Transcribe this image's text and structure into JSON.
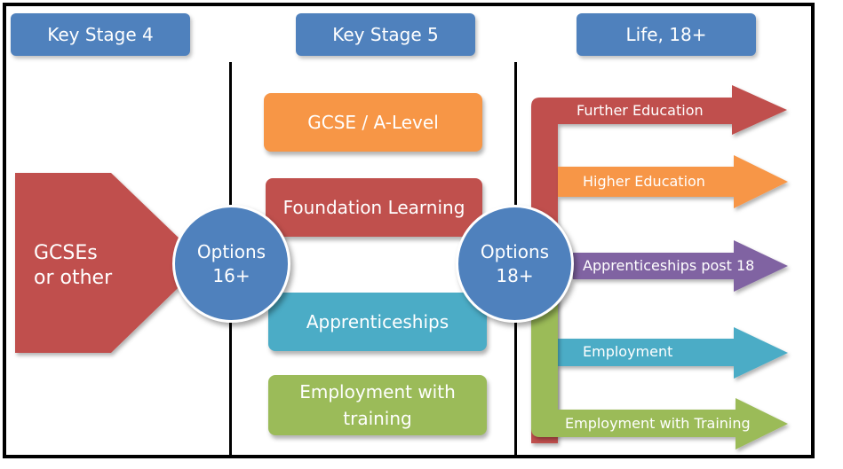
{
  "stages": {
    "ks4": "Key Stage 4",
    "ks5": "Key Stage 5",
    "life": "Life, 18+"
  },
  "start": {
    "line1": "GCSEs",
    "line2": "or other"
  },
  "options16": {
    "line1": "Options",
    "line2": "16+"
  },
  "options18": {
    "line1": "Options",
    "line2": "18+"
  },
  "ks5_routes": {
    "gcse_alevel": "GCSE / A-Level",
    "foundation": "Foundation Learning",
    "apprenticeships": "Apprenticeships",
    "employment_training_1": "Employment with",
    "employment_training_2": "training"
  },
  "post18_routes": {
    "further_education": "Further Education",
    "higher_education": "Higher Education",
    "apprenticeships_post18": "Apprenticeships post 18",
    "employment": "Employment",
    "employment_with_training": "Employment with Training"
  },
  "colors": {
    "blue": "#4f81bd",
    "red": "#c0504d",
    "orange": "#f79646",
    "purple": "#8064a2",
    "teal": "#4bacc6",
    "green": "#9bbb59"
  }
}
